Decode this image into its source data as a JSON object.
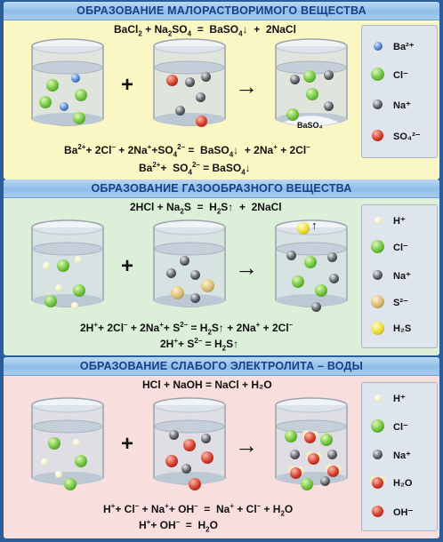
{
  "sections": [
    {
      "title": "ОБРАЗОВАНИЕ МАЛОРАСТВОРИМОГО ВЕЩЕСТВА",
      "eq_top": "BaCl₂ + Na₂SO₄ = BaSO₄↓ + 2NaCl",
      "eq_ionic": "Ba²⁺ + 2Cl⁻ + 2Na⁺ + SO₄²⁻ = BaSO₄↓ + 2Na⁺ + 2Cl⁻",
      "eq_short": "Ba²⁺ + SO₄²⁻ = BaSO₄↓",
      "precipitate_label": "BaSO₄",
      "legend": [
        {
          "label": "Ba²⁺",
          "icon": "ba-ion-ball-icon",
          "color": "#4a7fd0"
        },
        {
          "label": "Cl⁻",
          "icon": "cl-ion-ball-icon",
          "color": "#6cc23a"
        },
        {
          "label": "Na⁺",
          "icon": "na-ion-ball-icon",
          "color": "#555a60"
        },
        {
          "label": "SO₄²⁻",
          "icon": "so4-ion-ball-icon",
          "color": "#d23a2a"
        }
      ]
    },
    {
      "title": "ОБРАЗОВАНИЕ ГАЗООБРАЗНОГО ВЕЩЕСТВА",
      "eq_top": "2HCl + Na₂S = H₂S↑ + 2NaCl",
      "eq_ionic": "2H⁺ + 2Cl⁻ + 2Na⁺ + S²⁻ = H₂S↑ + 2Na⁺ + 2Cl⁻",
      "eq_short": "2H⁺ + S²⁻ = H₂S↑",
      "legend": [
        {
          "label": "H⁺",
          "icon": "h-ion-ball-icon",
          "color": "#f4efc0"
        },
        {
          "label": "Cl⁻",
          "icon": "cl-ion-ball-icon",
          "color": "#6cc23a"
        },
        {
          "label": "Na⁺",
          "icon": "na-ion-ball-icon",
          "color": "#555a60"
        },
        {
          "label": "S²⁻",
          "icon": "s-ion-ball-icon",
          "color": "#d8b970"
        },
        {
          "label": "H₂S",
          "icon": "h2s-ball-icon",
          "color": "#ecdc30"
        }
      ]
    },
    {
      "title": "ОБРАЗОВАНИЕ СЛАБОГО ЭЛЕКТРОЛИТА – ВОДЫ",
      "eq_top": "HCl + NaOH = NaCl + H₂O",
      "eq_ionic": "H⁺ + Cl⁻ + Na⁺ + OH⁻ = Na⁺ + Cl⁻ + H₂O",
      "eq_short": "H⁺ + OH⁻ = H₂O",
      "legend": [
        {
          "label": "H⁺",
          "icon": "h-ion-ball-icon",
          "color": "#f4efc0"
        },
        {
          "label": "Cl⁻",
          "icon": "cl-ion-ball-icon",
          "color": "#6cc23a"
        },
        {
          "label": "Na⁺",
          "icon": "na-ion-ball-icon",
          "color": "#555a60"
        },
        {
          "label": "H₂O",
          "icon": "h2o-molecule-icon",
          "color": "#d23a2a"
        },
        {
          "label": "OH⁻",
          "icon": "oh-ion-ball-icon",
          "color": "#d23a2a"
        }
      ]
    }
  ],
  "symbols": {
    "plus": "+",
    "arrow": "→"
  },
  "colors": {
    "frame": "#2a5d9a",
    "panel1_bg": "#fbf7c4",
    "panel2_bg": "#dbefd9",
    "panel3_bg": "#f9dede",
    "banner_text": "#1c3f88"
  }
}
